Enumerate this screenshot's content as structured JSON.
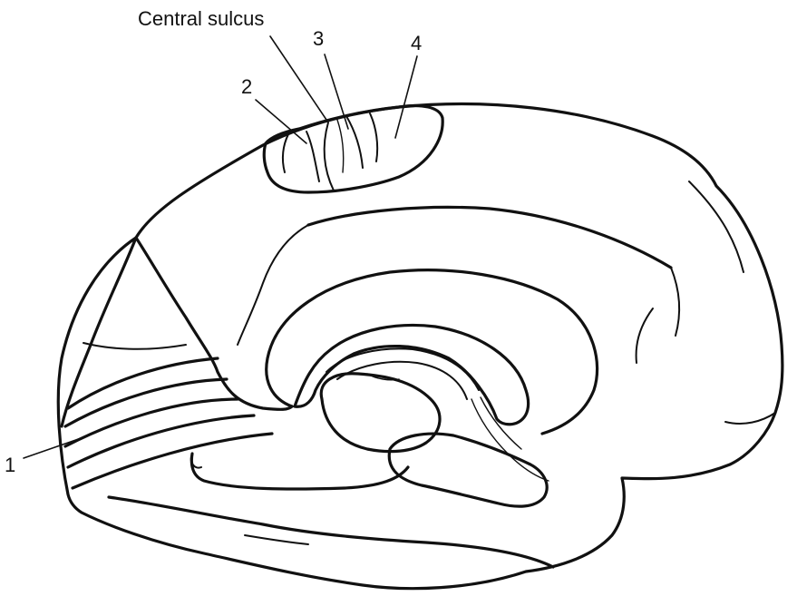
{
  "labels": {
    "central_sulcus": "Central sulcus",
    "n1": "1",
    "n2": "2",
    "n3": "3",
    "n4": "4"
  },
  "colors": {
    "ink": "#111111",
    "background": "#ffffff"
  }
}
